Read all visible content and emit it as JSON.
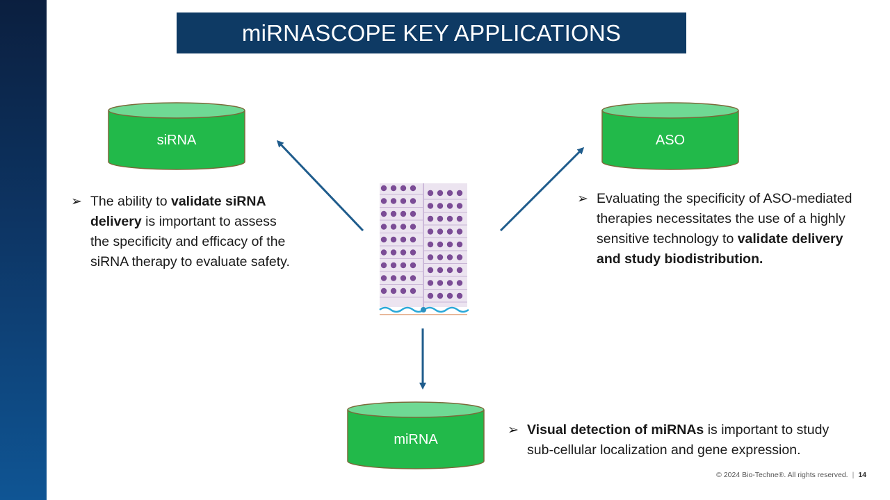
{
  "slide": {
    "title": "miRNASCOPE KEY APPLICATIONS",
    "colors": {
      "title_bar": "#0e3a64",
      "cylinder_fill": "#22b94a",
      "cylinder_top": "#6fd994",
      "cylinder_edge": "#7a6a3a",
      "arrow": "#1f5c8c",
      "cell_dot": "#7b4c96",
      "cell_bg": "#ece4f0",
      "wave": "#2aa8d8"
    },
    "nodes": {
      "sirna": {
        "label": "siRNA"
      },
      "aso": {
        "label": "ASO"
      },
      "mirna": {
        "label": "miRNA"
      }
    },
    "bullets": {
      "sirna": {
        "marker": "➢",
        "lines": [
          [
            {
              "t": "The ability to ",
              "b": false
            },
            {
              "t": "validate siRNA",
              "b": true
            }
          ],
          [
            {
              "t": "delivery",
              "b": true
            },
            {
              "t": " is important to assess",
              "b": false
            }
          ],
          [
            {
              "t": "the specificity and efficacy of the",
              "b": false
            }
          ],
          [
            {
              "t": "siRNA therapy to evaluate safety.",
              "b": false
            }
          ]
        ]
      },
      "aso": {
        "marker": "➢",
        "lines": [
          [
            {
              "t": "Evaluating the specificity of ASO-mediated",
              "b": false
            }
          ],
          [
            {
              "t": "therapies necessitates the use of a highly",
              "b": false
            }
          ],
          [
            {
              "t": "sensitive technology to ",
              "b": false
            },
            {
              "t": "validate delivery",
              "b": true
            }
          ],
          [
            {
              "t": "and study biodistribution.",
              "b": true
            }
          ]
        ]
      },
      "mirna": {
        "marker": "➢",
        "lines": [
          [
            {
              "t": "Visual detection of miRNAs",
              "b": true
            },
            {
              "t": " is important to study",
              "b": false
            }
          ],
          [
            {
              "t": "sub-cellular localization and gene expression.",
              "b": false
            }
          ]
        ]
      }
    },
    "footer": {
      "copyright": "© 2024 Bio-Techne®. All rights reserved.",
      "separator": "|",
      "page": "14"
    }
  }
}
